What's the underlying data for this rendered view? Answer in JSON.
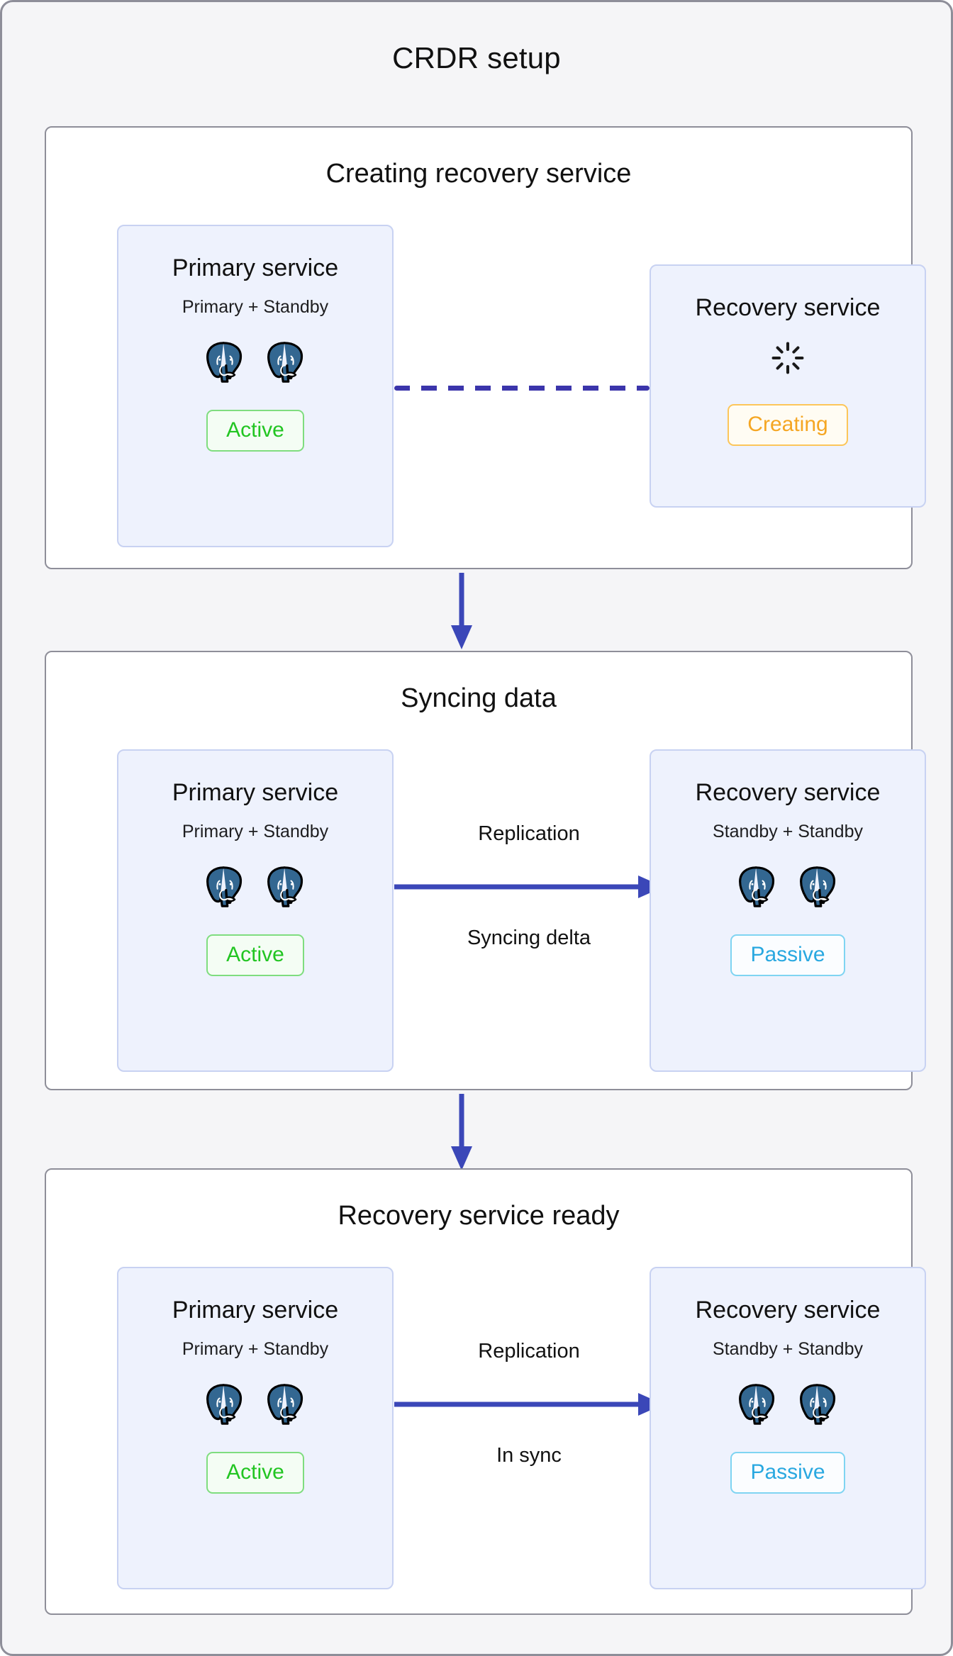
{
  "diagram": {
    "title": "CRDR setup",
    "accent_blue": "#3b35ab",
    "arrow_blue": "#3b47b8",
    "panel_border": "#8e8e99",
    "card_bg": "#eef2fd",
    "card_border": "#c8d2f2",
    "page_bg": "#f5f5f7",
    "postgres_blue": "#336791"
  },
  "stages": [
    {
      "title": "Creating recovery service",
      "primary": {
        "name": "Primary service",
        "sub": "Primary + Standby",
        "nodes": 2,
        "badge": "Active"
      },
      "recovery": {
        "name": "Recovery service",
        "sub": "",
        "nodes": 0,
        "badge": "Creating",
        "spinner": "spinner-icon"
      },
      "connector": {
        "style": "dashed",
        "label_top": "",
        "label_bottom": ""
      }
    },
    {
      "title": "Syncing data",
      "primary": {
        "name": "Primary service",
        "sub": "Primary + Standby",
        "nodes": 2,
        "badge": "Active"
      },
      "recovery": {
        "name": "Recovery service",
        "sub": "Standby + Standby",
        "nodes": 2,
        "badge": "Passive"
      },
      "connector": {
        "style": "arrow",
        "label_top": "Replication",
        "label_bottom": "Syncing delta"
      }
    },
    {
      "title": "Recovery service ready",
      "primary": {
        "name": "Primary service",
        "sub": "Primary + Standby",
        "nodes": 2,
        "badge": "Active"
      },
      "recovery": {
        "name": "Recovery service",
        "sub": "Standby + Standby",
        "nodes": 2,
        "badge": "Passive"
      },
      "connector": {
        "style": "arrow",
        "label_top": "Replication",
        "label_bottom": "In sync"
      }
    }
  ]
}
